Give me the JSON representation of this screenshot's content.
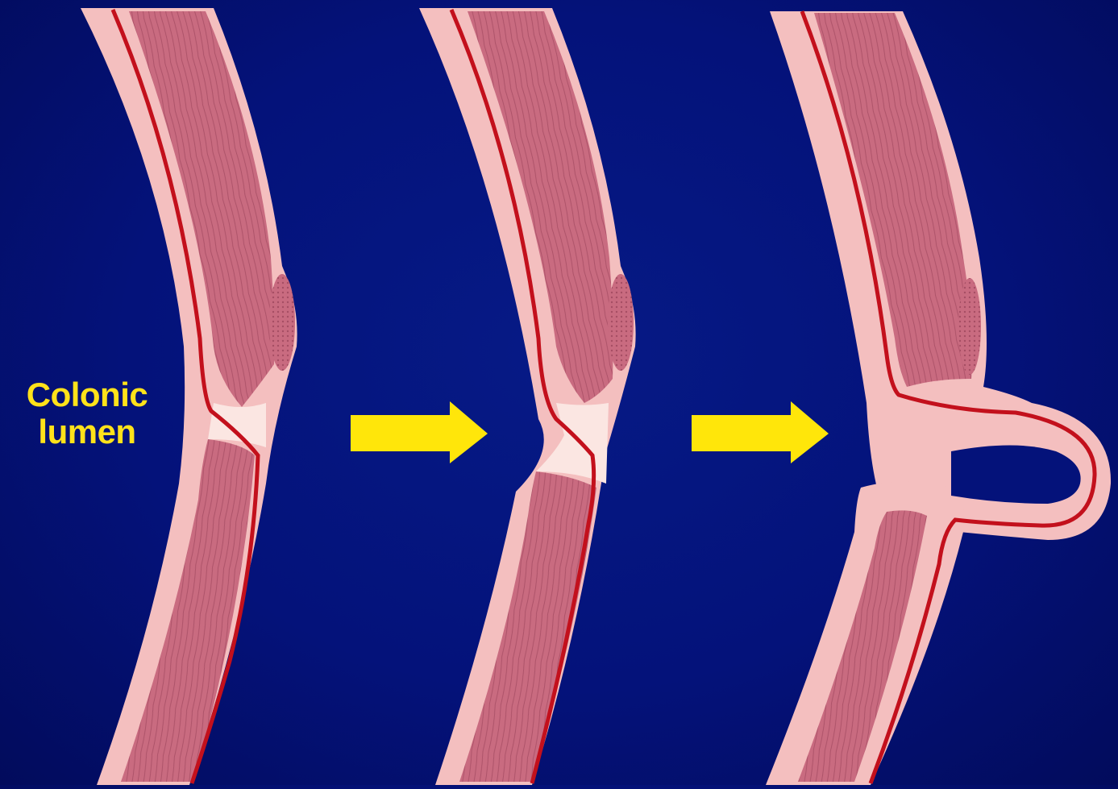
{
  "labels": {
    "lumen_line1": "Colonic",
    "lumen_line2": "lumen"
  },
  "diagram": {
    "stages": [
      {
        "name": "stage-1-normal-wall"
      },
      {
        "name": "stage-2-mucosa-herniating-through-muscle-defect"
      },
      {
        "name": "stage-3-diverticulum-pouch"
      }
    ],
    "arrows": [
      {
        "name": "progression-arrow-1",
        "direction": "right"
      },
      {
        "name": "progression-arrow-2",
        "direction": "right"
      }
    ]
  },
  "colors": {
    "background": "#04127a",
    "muscle": "#c96b80",
    "muscle_fiber": "#8f3a52",
    "mucosa": "#f4bfbf",
    "submucosa": "#fbe6e2",
    "vessel": "#c3101c",
    "arrow": "#ffe60a",
    "label": "#ffe21a"
  }
}
